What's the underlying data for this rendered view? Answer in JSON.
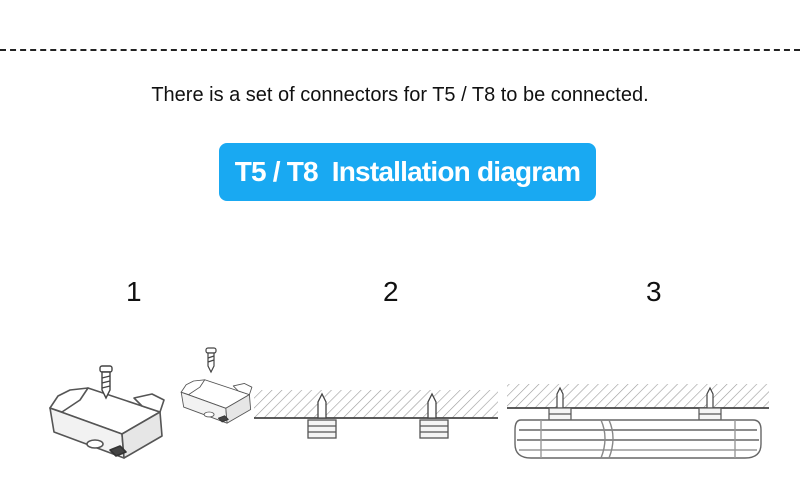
{
  "header": {
    "intro_text": "There is a set of connectors for T5 / T8 to be connected.",
    "title_badge": "T5 / T8  Installation diagram",
    "badge_color": "#19a9f2"
  },
  "steps": [
    {
      "number": "1"
    },
    {
      "number": "2"
    },
    {
      "number": "3"
    }
  ],
  "icons": {
    "clip": "mounting-clip-icon",
    "screw": "screw-icon",
    "ceiling": "ceiling-hatch",
    "fixture": "tube-fixture-icon"
  }
}
